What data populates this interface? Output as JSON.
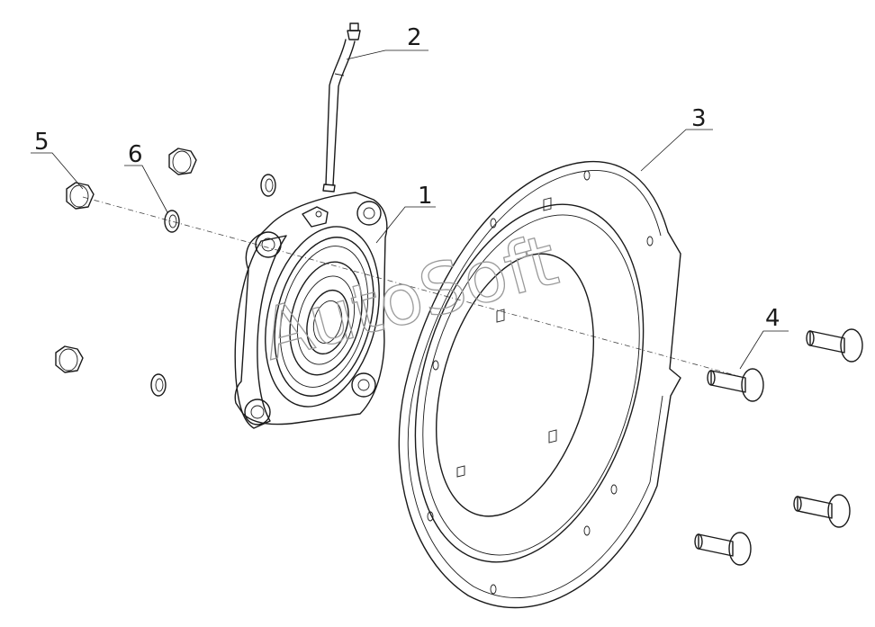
{
  "callouts": [
    {
      "id": "1",
      "label": "1"
    },
    {
      "id": "2",
      "label": "2"
    },
    {
      "id": "3",
      "label": "3"
    },
    {
      "id": "4",
      "label": "4"
    },
    {
      "id": "5",
      "label": "5"
    },
    {
      "id": "6",
      "label": "6"
    }
  ],
  "watermark": "AutoSoft"
}
